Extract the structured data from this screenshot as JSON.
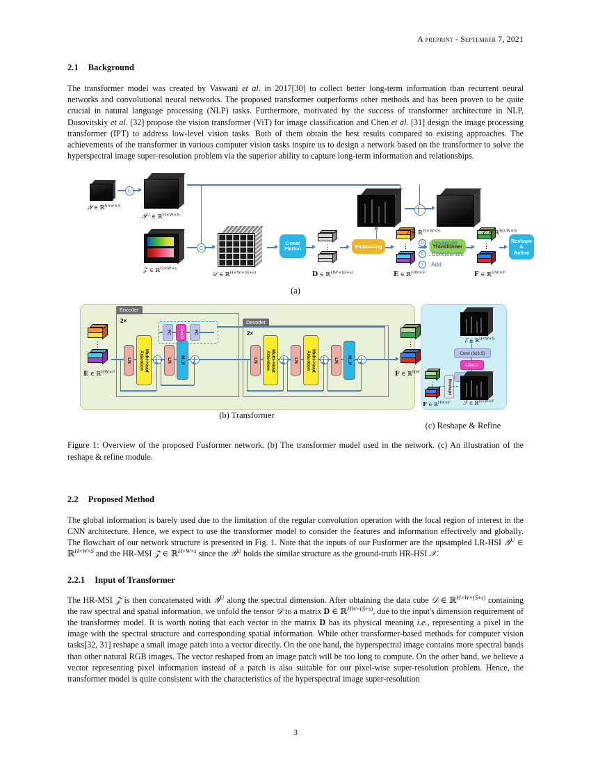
{
  "header": {
    "running_head": "A preprint - September 7, 2021"
  },
  "sections": {
    "background": {
      "number": "2.1",
      "title": "Background",
      "paragraph": "The transformer model was created by Vaswani et al. in 2017[30] to collect better long-term information than recurrent neural networks and convolutional neural networks. The proposed transformer outperforms other methods and has been proven to be quite crucial in natural language processing (NLP) tasks. Furthermore, motivated by the success of transformer architecture in NLP, Dosovitskiy et al. [32] propose the vision transformer (ViT) for image classification and Chen et al. [31] design the image processing transformer (IPT) to address low-level vision tasks. Both of them obtain the best results compared to existing approaches. The achievements of the transformer in various computer vision tasks inspire us to design a network based on the transformer to solve the hyperspectral image super-resolution problem via the superior ability to capture long-term information and relationships."
    },
    "proposed_method": {
      "number": "2.2",
      "title": "Proposed Method",
      "paragraph": "The global information is barely used due to the limitation of the regular convolution operation with the local region of interest in the CNN architecture. Hence, we expect to use the transformer model to consider the features and information effectively and globally. The flowchart of our network structure is presented in Fig. 1. Note that the inputs of our Fusformer are the upsampled LR-HSI Y^U in R^(H x W x S) and the HR-MSI Z in R^(H x W x s) since the Y^U holds the similar structure as the ground-truth HR-HSI X."
    },
    "input_of_transformer": {
      "number": "2.2.1",
      "title": "Input of Transformer",
      "paragraph": "The HR-MSI Z is then concatenated with Y^U along the spectral dimension. After obtaining the data cube D in R^(H x W x (S+s)) containing the raw spectral and spatial information, we unfold the tensor D to a matrix D in R^(HW x (S+s)), due to the input's dimension requirement of the transformer model. It is worth noting that each vector in the matrix D has its physical meaning i.e., representing a pixel in the image with the spectral structure and corresponding spatial information. While other transformer-based methods for computer vision tasks[32, 31] reshape a small image patch into a vector directly. On the one hand, the hyperspectral image contains more spectral bands than other natural RGB images. The vector reshaped from an image patch will be too long to compute. On the other hand, we believe a vector representing pixel information instead of a patch is also suitable for our pixel-wise super-resolution problem. Hence, the transformer model is quite consistent with the characteristics of the hyperspectral image super-resolution"
    }
  },
  "figure": {
    "caption": "Figure 1: Overview of the proposed Fusformer network. (b) The transformer model used in the network. (c) An illustration of the reshape & refine module.",
    "panel_a": {
      "label": "(a)",
      "tensor_labels": {
        "lr_hsi": "𝒴 ∈ ℝ",
        "lr_hsi_sup": "h×w×S",
        "upsampled": "𝒴",
        "upsampled_u": "U",
        "upsampled_dim": "H×W×S",
        "hr_msi": "𝒵 ∈ ℝ",
        "hr_msi_sup": "H×W×s",
        "cube_d": "𝒟 ∈ ℝ",
        "cube_d_sup": "H×W×(S+s)",
        "matrix_d": "D ∈ ℝ",
        "matrix_d_sup": "HW×(S+s)",
        "matrix_e": "E ∈ ℝ",
        "matrix_e_sup": "HW×F",
        "matrix_f": "F ∈ ℝ",
        "matrix_f_sup": "HW×F",
        "residual_e": "ℰ ∈ ℝ",
        "residual_e_sup": "H×W×S",
        "output_o": "𝒪 ∈ ℝ",
        "output_o_sup": "H×W×S"
      },
      "blocks": {
        "linear_flatten": "Linear\nFlatten",
        "embedding": "Embedding",
        "transformer": "Transformer",
        "reshape_refine": "Reshape\n&\nRefine"
      },
      "legend": [
        {
          "glyph": "U",
          "label": ": Upsample"
        },
        {
          "glyph": "C",
          "label": ": Concatenate"
        },
        {
          "glyph": "+",
          "label": ": Add"
        }
      ]
    },
    "panel_b": {
      "label": "(b) Transformer",
      "encoder_title": "Encoder",
      "decoder_title": "Decoder",
      "repeat_encoder": "2×",
      "repeat_decoder": "2×",
      "input_label": "E ∈ ℝ",
      "input_sup": "HW×F",
      "output_label": "F ∈ ℝ",
      "output_sup": "HW×F",
      "blocks": {
        "ln": "LN",
        "mha": "Multi-Head\nAttention",
        "mlp": "MLP",
        "fc": "FC",
        "lrelu": "LReLU"
      }
    },
    "panel_c": {
      "label": "(c) Reshape & Refine",
      "input_label": "F ∈ ℝ",
      "input_sup": "HW×F",
      "reshaped_label": "ℱ ∈ ℝ",
      "reshaped_sup": "H×W×F",
      "output_label": "ℰ ∈ ℝ",
      "output_sup": "H×W×S",
      "blocks": {
        "reshape": "Reshape",
        "conv1": "Conv (3x3,F)",
        "lrelu": "LReLU",
        "conv2": "Conv (3x3,S)"
      }
    }
  },
  "footer": {
    "page_number": "3"
  },
  "colors": {
    "arrow": "#4a7fc1",
    "panel_b_bg": "#e8f0d8",
    "panel_c_bg": "#cdeef5",
    "ln": "#f0aca3",
    "mha": "#fbec2a",
    "mlp": "#29b6e8",
    "fc": "#a8b4e8",
    "lrelu": "#f63bc0",
    "embedding": "#f0b429",
    "transformer": "#8fce5a",
    "linear_flatten": "#29b6e8"
  }
}
